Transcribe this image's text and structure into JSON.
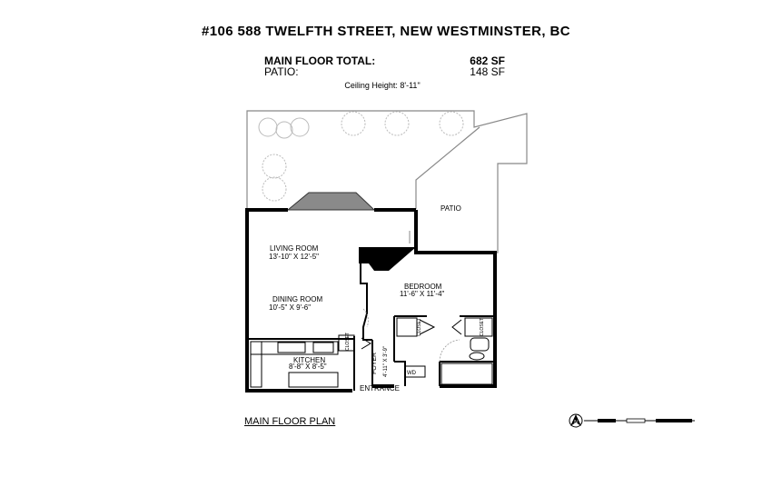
{
  "header": {
    "title": "#106 588 TWELFTH STREET, NEW WESTMINSTER, BC",
    "main_floor_label": "MAIN FLOOR TOTAL:",
    "main_floor_value": "682 SF",
    "patio_label": "PATIO:",
    "patio_value": "148 SF",
    "ceiling_height": "Ceiling Height: 8'-11\""
  },
  "rooms": {
    "patio": "PATIO",
    "living_room": "LIVING ROOM",
    "living_room_dims": "13'-10\" X 12'-5\"",
    "dining_room": "DINING ROOM",
    "dining_room_dims": "10'-5\" X 9'-6\"",
    "bedroom": "BEDROOM",
    "bedroom_dims": "11'-6\" X 11'-4\"",
    "kitchen": "KITCHEN",
    "kitchen_dims": "8'-8\" X 8'-5\"",
    "foyer": "FOYER",
    "foyer_dims": "4'-11\" X 3'-9\"",
    "closet": "CLOSET",
    "wd": "WD",
    "entrance": "ENTRANCE"
  },
  "footer": {
    "plan_label": "MAIN FLOOR PLAN",
    "north_label": "N"
  }
}
